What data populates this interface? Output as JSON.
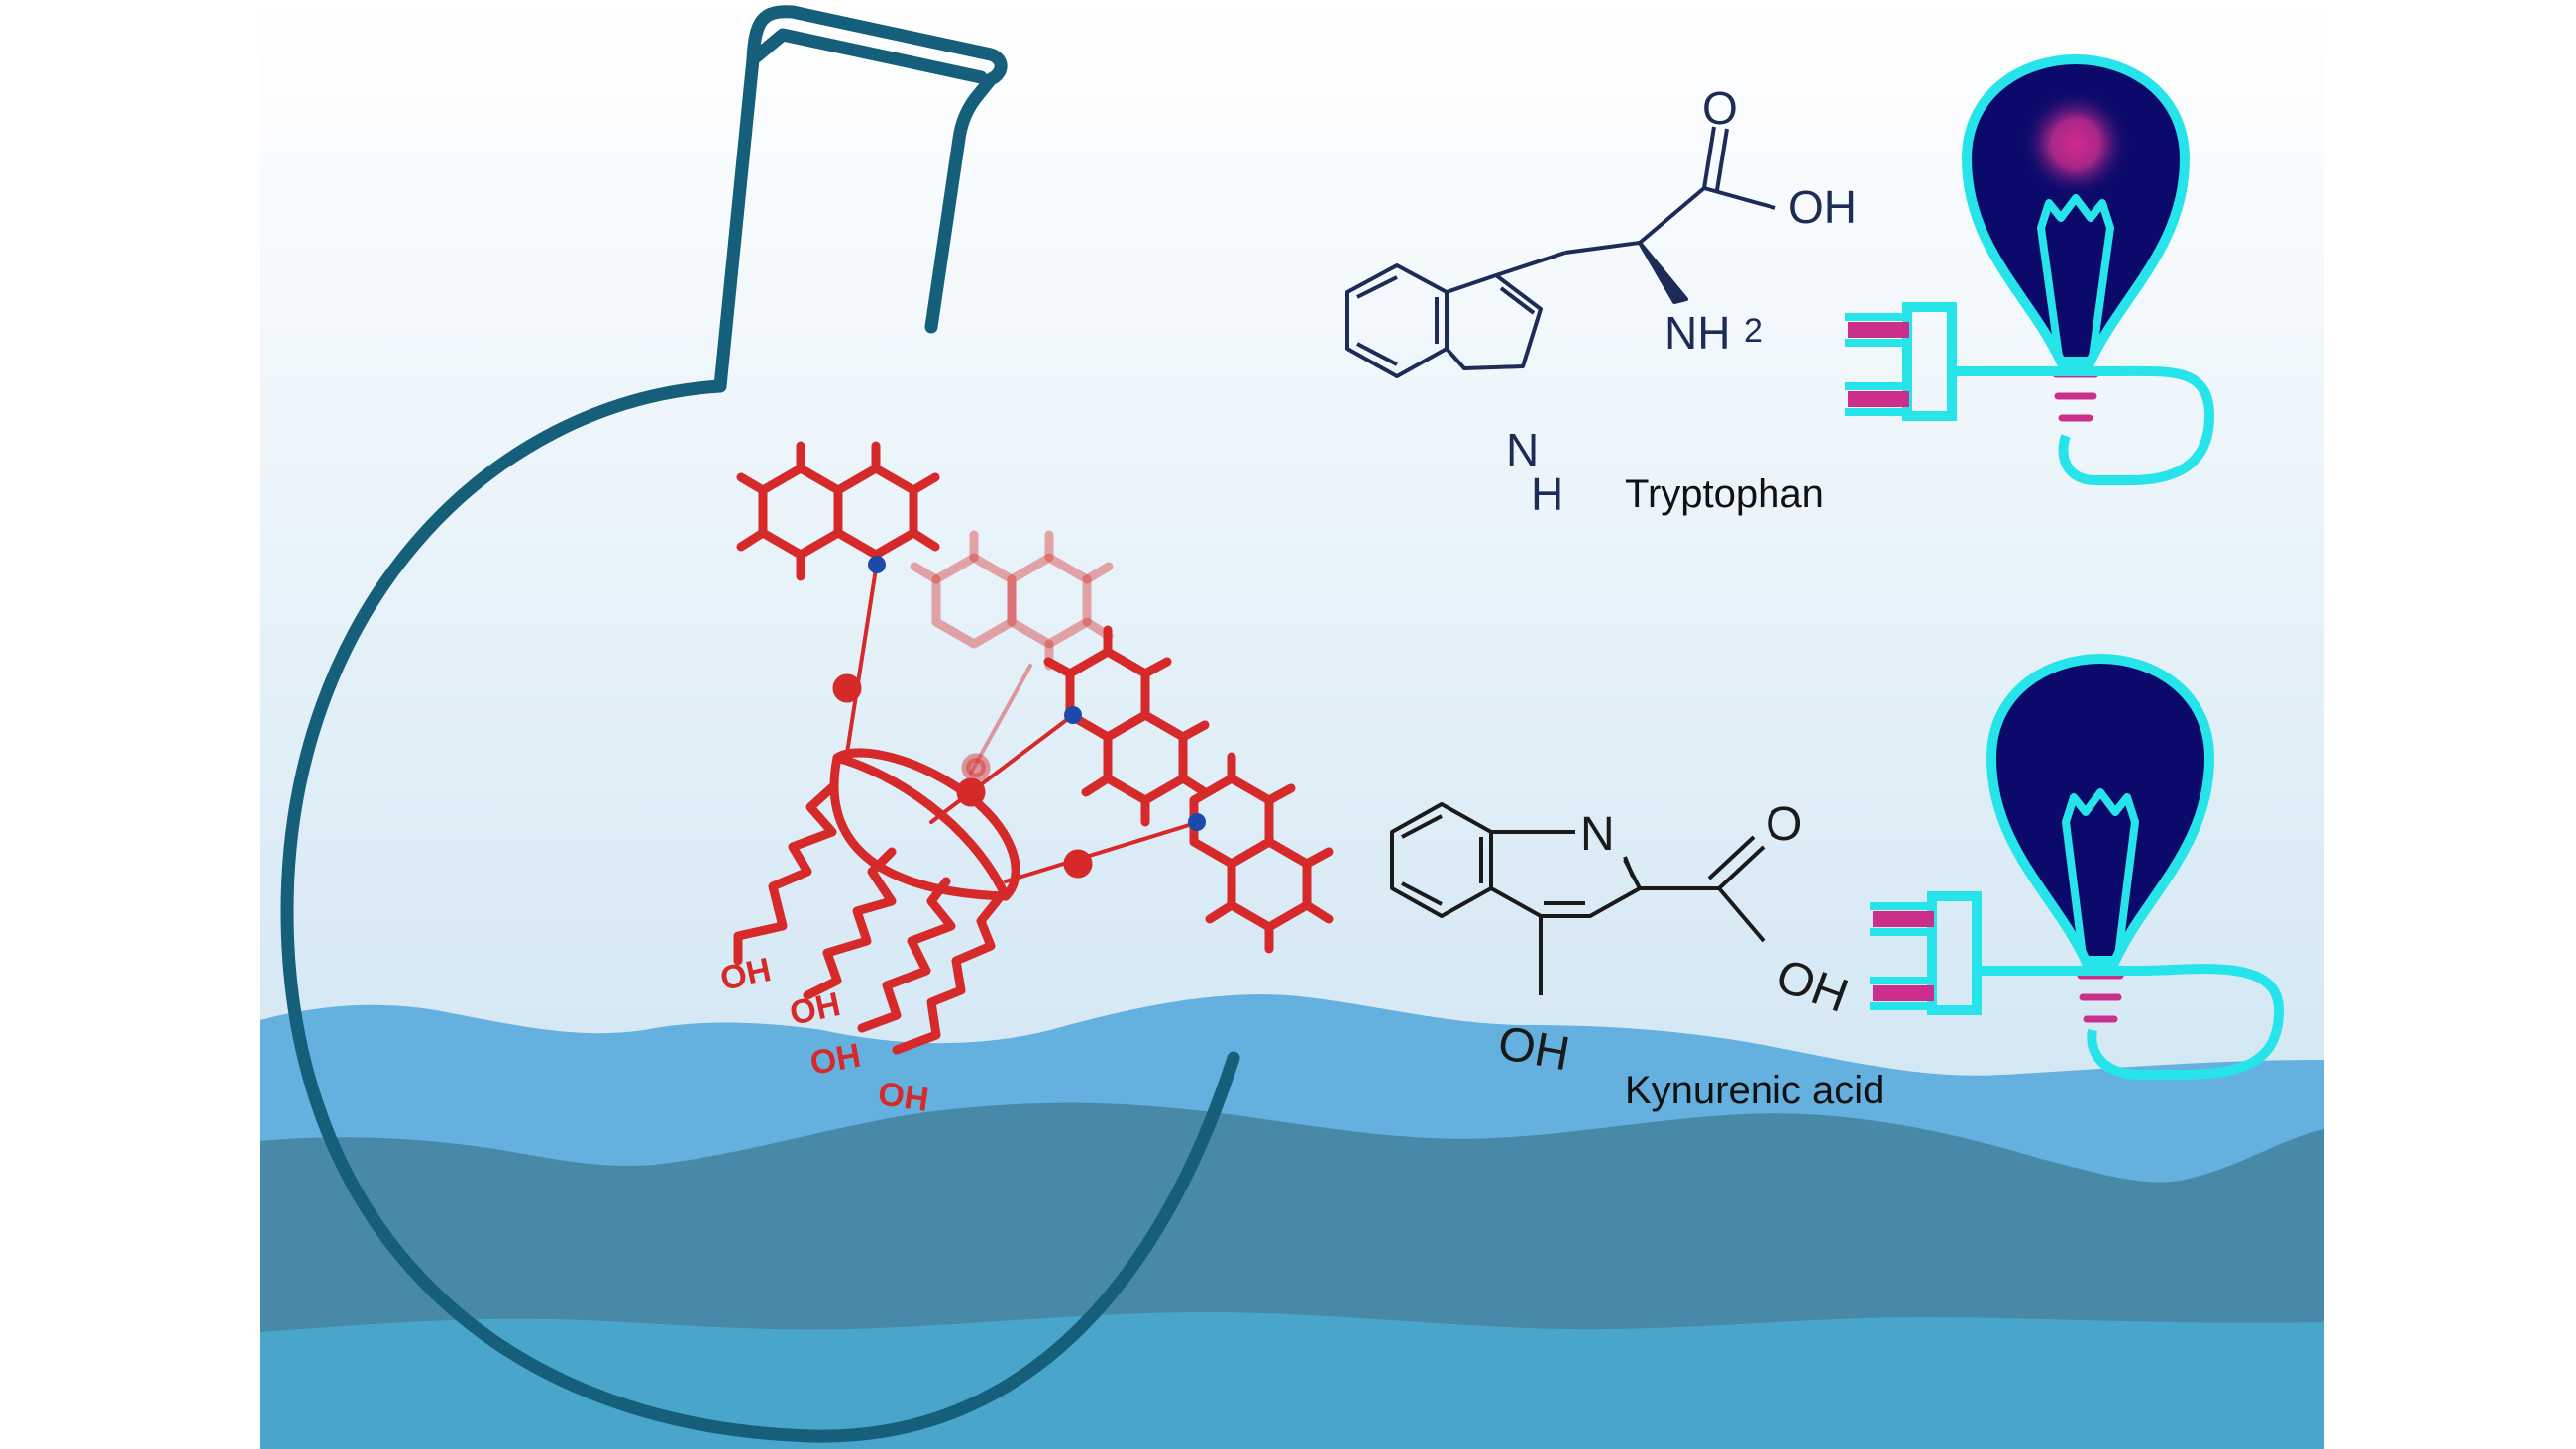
{
  "colors": {
    "page_background": "#ffffff",
    "sky_top": "#ffffff",
    "sky_bottom": "#c4dff0",
    "wave_light": "#64b0de",
    "wave_mid": "#4889a8",
    "wave_deep": "#49a5c9",
    "flask": "#165f7a",
    "receptor": "#d62a2a",
    "molecule_navy": "#1d2b57",
    "molecule_black": "#1a1a1a",
    "bulb_outline": "#26e4ea",
    "bulb_fill": "#0b0a6b",
    "plug_pin": "#cc2e8c",
    "glow": "#d32a8c"
  },
  "icons": [
    "round-bottom-flask-icon",
    "receptor-molecule-icon",
    "light-bulb-on-icon",
    "light-bulb-off-icon",
    "plug-icon"
  ],
  "receptor_labels": [
    "OH",
    "OH",
    "OH",
    "OH"
  ],
  "tryptophan": {
    "name": "Tryptophan",
    "carbonyl": "O",
    "hydroxyl": "OH",
    "amine": "NH",
    "amine_subscript": "2",
    "ring_n": "N",
    "ring_h": "H"
  },
  "kynurenic_acid": {
    "name": "Kynurenic acid",
    "ring_n": "N",
    "carbonyl": "O",
    "hydroxyl": "OH",
    "ring_hydroxyl": "OH"
  },
  "bulbs": [
    {
      "state": "on"
    },
    {
      "state": "off"
    }
  ]
}
